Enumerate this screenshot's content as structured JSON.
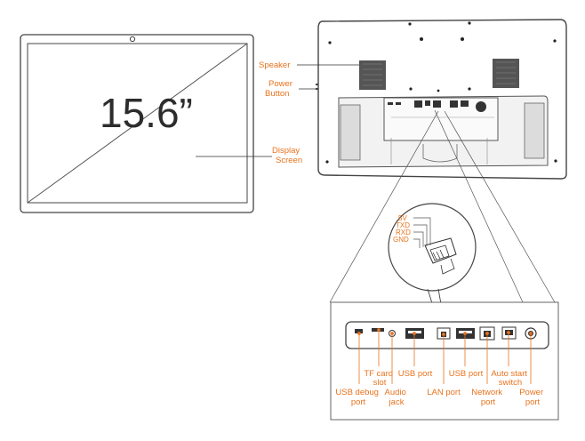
{
  "screen_size": "15.6”",
  "labels": {
    "speaker": "Speaker",
    "power_button": [
      "Power",
      "Button"
    ],
    "display_screen": [
      "Display",
      "Screen"
    ],
    "usb_debug_port": [
      "USB debug",
      "port"
    ],
    "tf_card_slot": [
      "TF card",
      "slot"
    ],
    "audio_jack": [
      "Audio",
      "jack"
    ],
    "usb_port_1": "USB port",
    "lan_port": "LAN port",
    "usb_port_2": "USB port",
    "network_port": [
      "Network",
      "port"
    ],
    "auto_start_switch": [
      "Auto start",
      "switch"
    ],
    "power_port": [
      "Power",
      "port"
    ]
  },
  "pins": [
    "5V",
    "TXD",
    "RXD",
    "GND"
  ],
  "colors": {
    "accent": "#e8731e",
    "line": "#333333"
  }
}
